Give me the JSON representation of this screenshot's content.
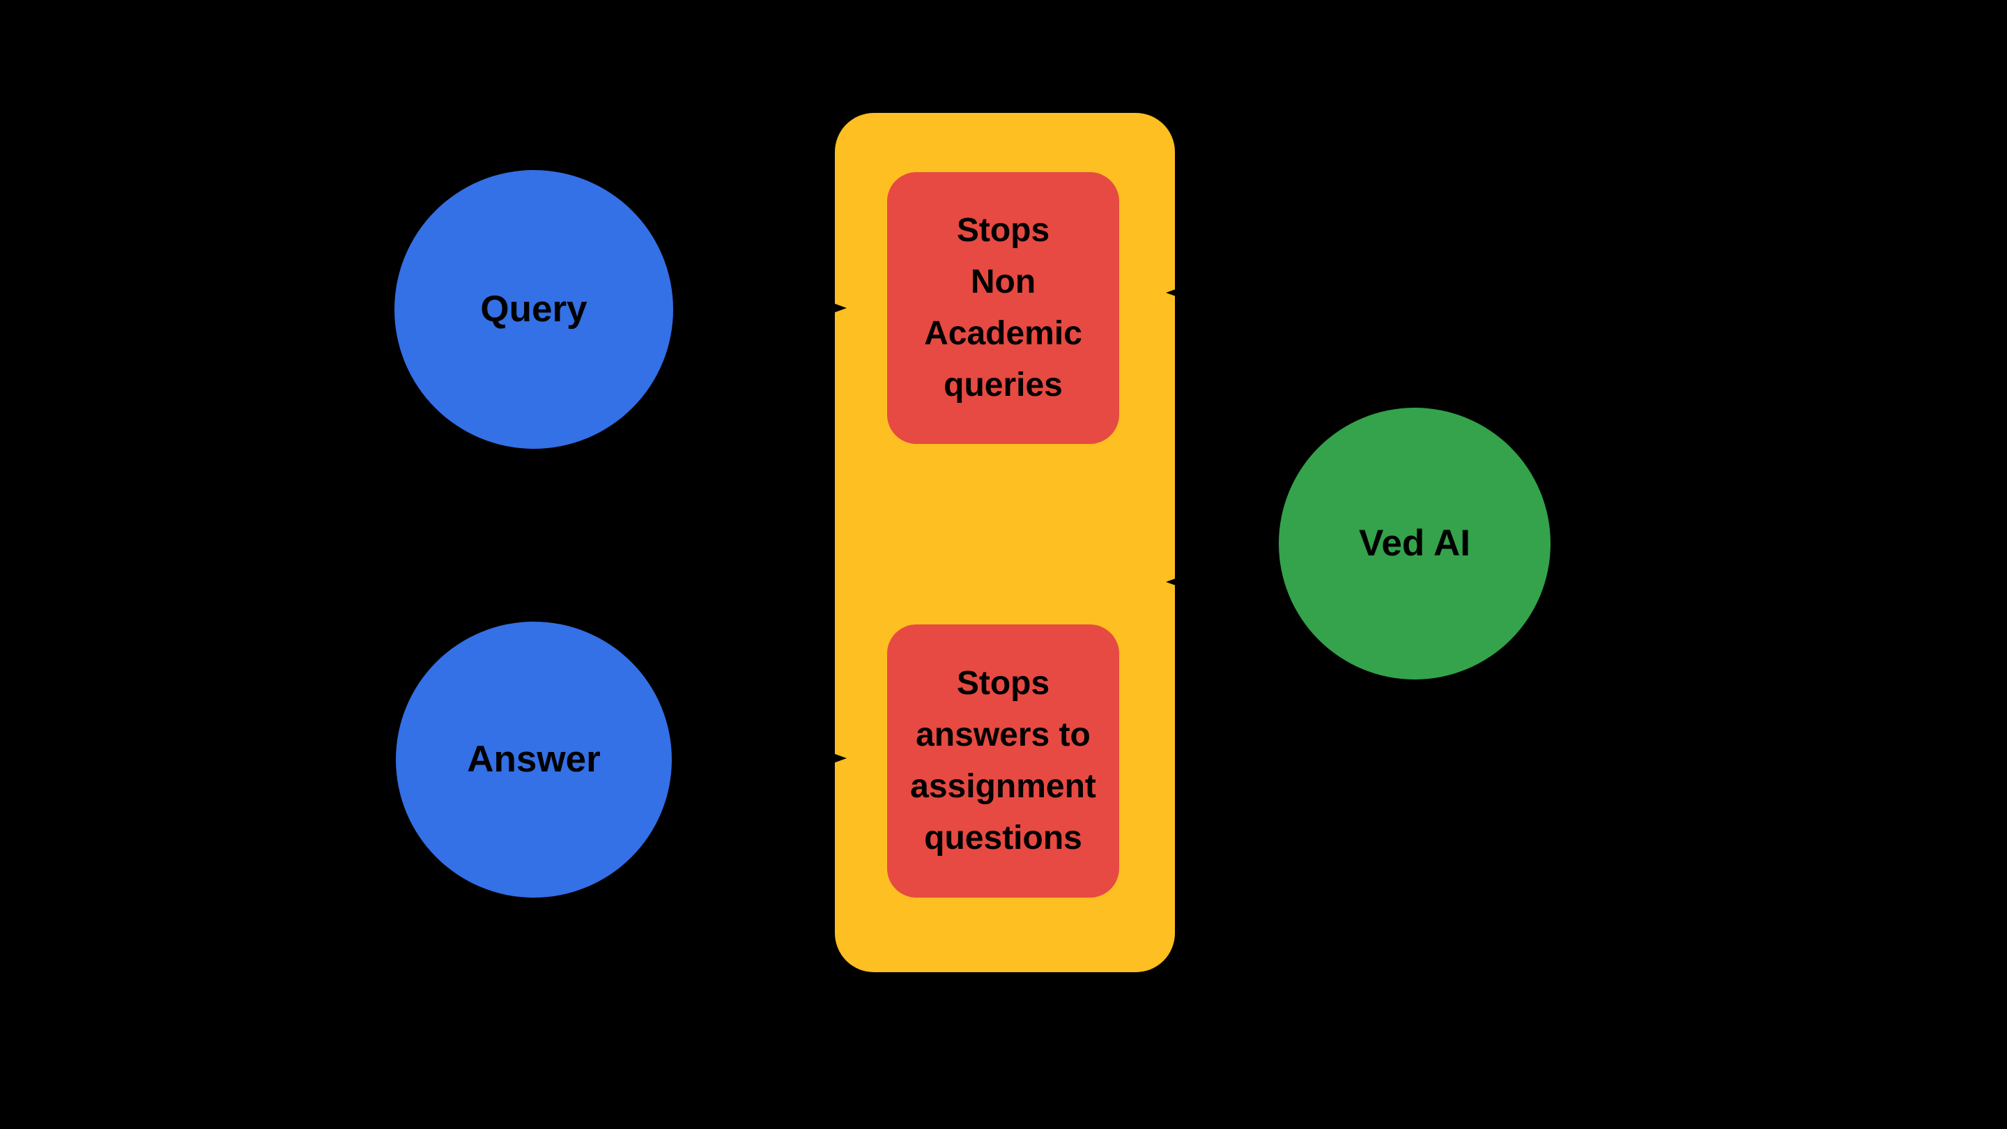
{
  "palette": {
    "background": "#000000",
    "node_blue": "#3470E6",
    "gateway_yellow": "#FDBF21",
    "rule_red": "#E64A42",
    "node_green": "#34A34B",
    "text": "#000000"
  },
  "nodes": {
    "query": {
      "label": "Query"
    },
    "answer": {
      "label": "Answer"
    },
    "ved_ai": {
      "label": "Ved AI"
    }
  },
  "gateway": {
    "rules": [
      {
        "text": "Stops\nNon\nAcademic\nqueries"
      },
      {
        "text": "Stops\nanswers to\nassignment\nquestions"
      }
    ]
  }
}
